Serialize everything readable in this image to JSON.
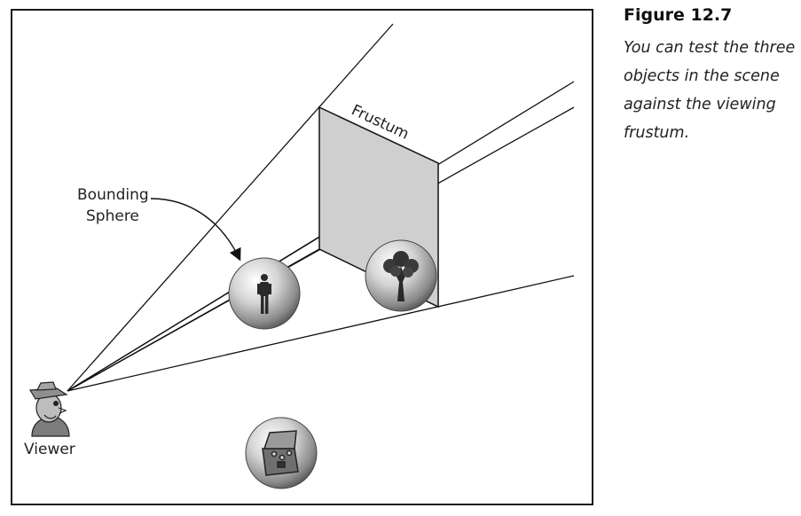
{
  "caption": {
    "title": "Figure 12.7",
    "text": "You can test the three objects in the scene against the viewing frustum."
  },
  "diagram": {
    "frustum_label": "Frustum",
    "bounding_sphere_label_line1": "Bounding",
    "bounding_sphere_label_line2": "Sphere",
    "viewer_label": "Viewer"
  },
  "icons": {
    "viewer": "viewer-person-icon",
    "person": "standing-person-icon",
    "tree": "tree-icon",
    "chest": "treasure-chest-icon"
  }
}
